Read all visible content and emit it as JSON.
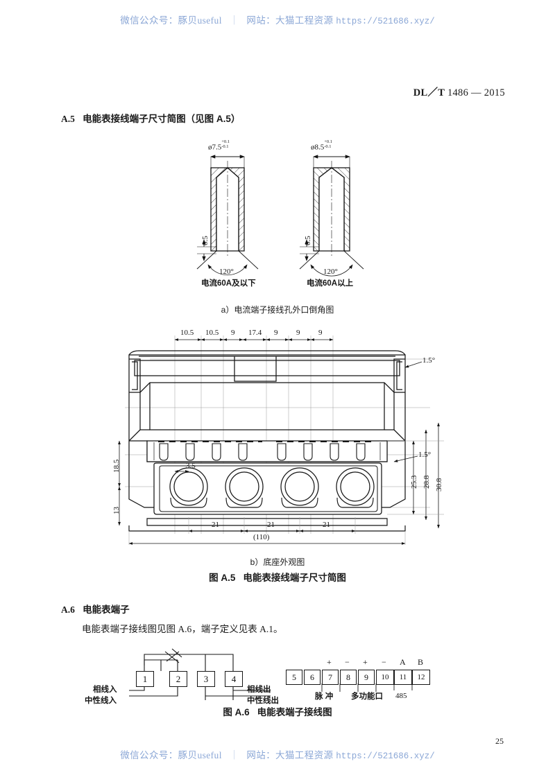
{
  "watermark": {
    "prefix": "微信公众号：豚贝useful",
    "separator": "｜",
    "site": "网站：大猫工程资源",
    "url": "https://521686.xyz/"
  },
  "running_head": {
    "standard": "DL／T",
    "number": "1486 — 2015"
  },
  "page_number": "25",
  "sections": {
    "a5": {
      "number": "A.5",
      "title": "电能表接线端子尺寸简图（见图 A.5）"
    },
    "a6": {
      "number": "A.6",
      "title": "电能表端子",
      "paragraph": "电能表端子接线图见图 A.6，端子定义见表 A.1。"
    }
  },
  "captions": {
    "fig_a5_a": "a）电流端子接线孔外口倒角图",
    "fig_a5_b": "b）底座外观图",
    "fig_a5": {
      "label": "图 A.5",
      "title": "电能表接线端子尺寸简图"
    },
    "fig_a6": {
      "label": "图 A.6",
      "title": "电能表端子接线图"
    }
  },
  "chamfer_figures": [
    {
      "id": "left",
      "diameter": "ø7.5",
      "tol_upper": "+0.1",
      "tol_lower": "-0.1",
      "depth": "0.5",
      "angle": "120°",
      "caption": "电流60A及以下"
    },
    {
      "id": "right",
      "diameter": "ø8.5",
      "tol_upper": "+0.1",
      "tol_lower": "-0.1",
      "depth": "0.5",
      "angle": "120°",
      "caption": "电流60A以上"
    }
  ],
  "base_drawing": {
    "top_chain": [
      "10.5",
      "10.5",
      "9",
      "17.4",
      "9",
      "9",
      "9"
    ],
    "bottom_chain": [
      "21",
      "21",
      "21"
    ],
    "overall_width": "(110)",
    "left_chain": [
      "18.5",
      "13"
    ],
    "right_chain": [
      "25.3",
      "28.8",
      "30.8"
    ],
    "inner_dim": "3.5",
    "angles": [
      "1.5°",
      "1.5°"
    ]
  },
  "wiring_diagram": {
    "main_terminals": [
      "1",
      "2",
      "3",
      "4"
    ],
    "aux_terminals": [
      "5",
      "6",
      "7",
      "8",
      "9",
      "10",
      "11",
      "12"
    ],
    "aux_polarity": {
      "7": "+",
      "8": "−",
      "9": "+",
      "10": "−",
      "11": "A",
      "12": "B"
    },
    "left_labels": [
      "相线入",
      "中性线入"
    ],
    "right_labels": [
      "相线出",
      "中性线出"
    ],
    "group_labels": [
      "脉 冲",
      "多功能口",
      "485"
    ]
  },
  "colors": {
    "ink": "#151515",
    "watermark": "#8ba7d6",
    "paper": "#ffffff"
  }
}
